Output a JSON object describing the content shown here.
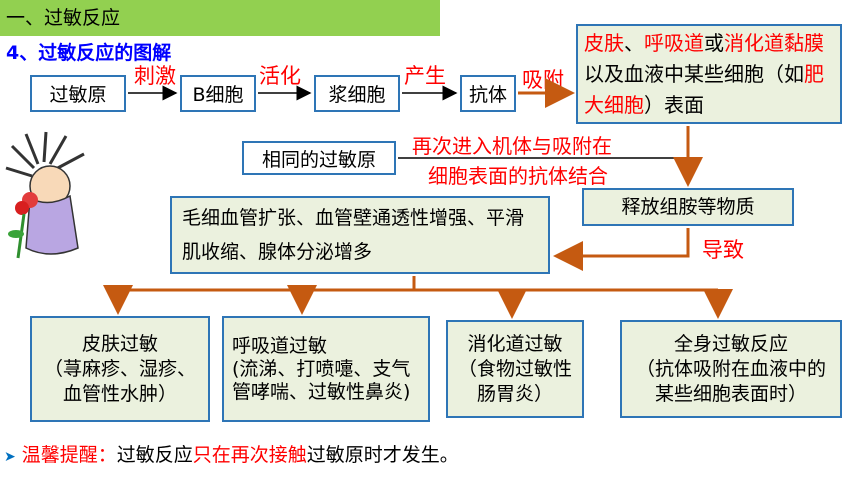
{
  "section_title": "一、过敏反应",
  "subtitle": "4、过敏反应的图解",
  "flow": {
    "allergen": "过敏原",
    "stimulate": "刺激",
    "b_cell": "B细胞",
    "activate": "活化",
    "plasma_cell": "浆细胞",
    "produce": "产生",
    "antibody": "抗体",
    "adsorb": "吸附"
  },
  "target_cells": {
    "t1": "皮肤",
    "t2": "、",
    "t3": "呼吸道",
    "t4": "或",
    "t5": "消化道",
    "t6": "黏膜",
    "t7": "以及血液中某些细胞（如",
    "t8": "肥大细胞",
    "t9": "）表面"
  },
  "same_allergen": "相同的过敏原",
  "reenter": {
    "line1": "再次进入机体与吸附在",
    "line2": "细胞表面的抗体结合"
  },
  "release": "释放组胺等物质",
  "lead_to": "导致",
  "effects": "毛细血管扩张、血管壁通透性增强、平滑肌收缩、腺体分泌增多",
  "types": [
    {
      "title": "皮肤过敏",
      "detail": "（荨麻疹、湿疹、血管性水肿）"
    },
    {
      "title": "呼吸道过敏",
      "detail": "(流涕、打喷嚏、支气管哮喘、过敏性鼻炎)"
    },
    {
      "title": "消化道过敏",
      "detail": "（食物过敏性肠胃炎）"
    },
    {
      "title": "全身过敏反应",
      "detail": "（抗体吸附在血液中的某些细胞表面时）"
    }
  ],
  "note": {
    "label": "温馨提醒：",
    "pre": "过敏反应",
    "highlight": "只在再次接触",
    "post": "过敏原时才发生。"
  },
  "colors": {
    "section_bar": "#92d050",
    "box_border": "#2e75b6",
    "green_box": "#ebf1de",
    "arrow": "#c55a11",
    "red_text": "#ff0000",
    "subtitle": "#0000ff"
  }
}
